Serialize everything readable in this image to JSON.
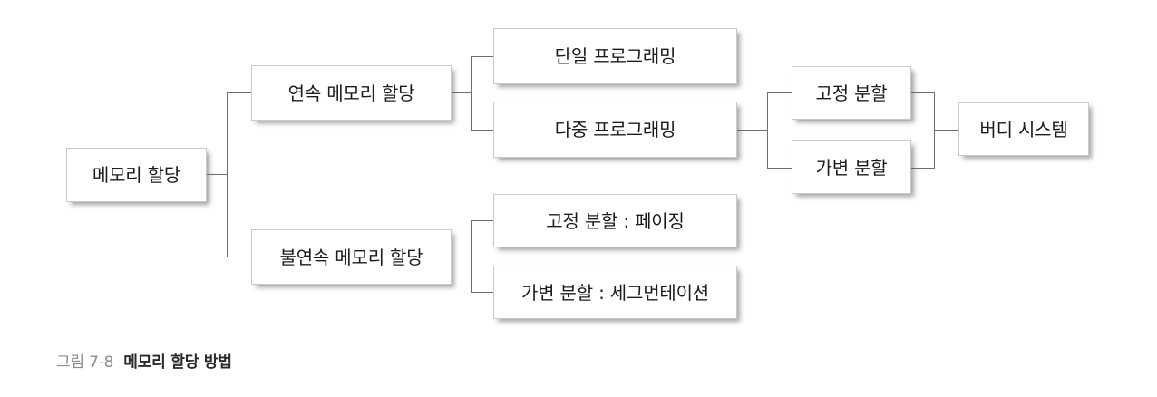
{
  "figure": {
    "caption_number": "그림 7-8",
    "caption_title": "메모리 할당 방법"
  },
  "diagram": {
    "type": "tree",
    "orientation": "left-to-right",
    "root": "메모리 할당",
    "nodes": {
      "root": {
        "label": "메모리 할당",
        "level": 1
      },
      "contiguous": {
        "label": "연속 메모리 할당",
        "level": 2
      },
      "noncontiguous": {
        "label": "불연속 메모리 할당",
        "level": 2
      },
      "uniprogramming": {
        "label": "단일 프로그래밍",
        "level": 3
      },
      "multiprogramming": {
        "label": "다중 프로그래밍",
        "level": 3
      },
      "paging": {
        "label": "고정 분할 : 페이징",
        "level": 3
      },
      "segmentation": {
        "label": "가변 분할 : 세그먼테이션",
        "level": 3
      },
      "fixed_partition": {
        "label": "고정 분할",
        "level": 4
      },
      "variable_partition": {
        "label": "가변 분할",
        "level": 4
      },
      "buddy_system": {
        "label": "버디 시스템",
        "level": 5
      }
    },
    "edges": [
      {
        "from": "root",
        "to": "contiguous"
      },
      {
        "from": "root",
        "to": "noncontiguous"
      },
      {
        "from": "contiguous",
        "to": "uniprogramming"
      },
      {
        "from": "contiguous",
        "to": "multiprogramming"
      },
      {
        "from": "noncontiguous",
        "to": "paging"
      },
      {
        "from": "noncontiguous",
        "to": "segmentation"
      },
      {
        "from": "multiprogramming",
        "to": "fixed_partition"
      },
      {
        "from": "multiprogramming",
        "to": "variable_partition"
      },
      {
        "from": "fixed_partition",
        "to": "buddy_system"
      },
      {
        "from": "variable_partition",
        "to": "buddy_system"
      }
    ],
    "colors": {
      "box_fill": "#ffffff",
      "box_border": "#c9c9c9",
      "connector": "#6e6e6e",
      "text": "#1c1c1c",
      "caption_number": "#8c8c8c",
      "caption_title": "#2b2b2b"
    }
  }
}
